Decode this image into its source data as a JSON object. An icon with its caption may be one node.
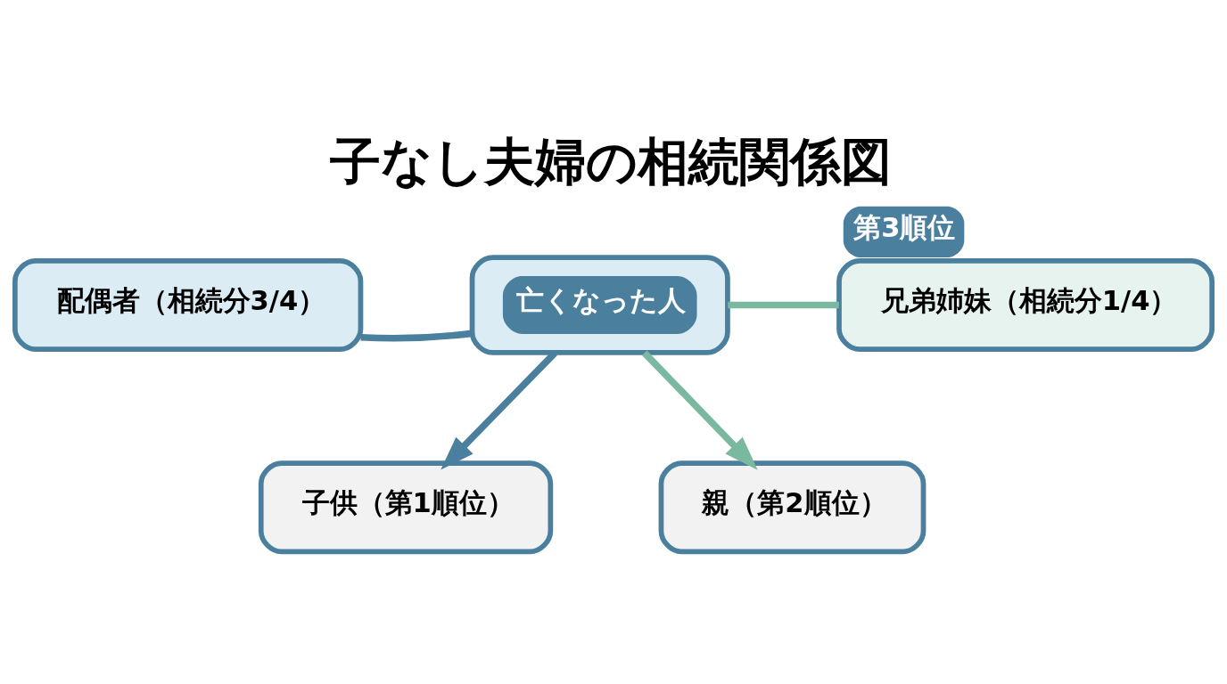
{
  "diagram": {
    "title": "子なし夫婦の相続関係図",
    "nodes": [
      {
        "text": [
          "亡くなった人"
        ]
      },
      {
        "text": [
          "配偶者（相続分3/4）"
        ]
      },
      {
        "text": [
          "兄弟姉妹（相続分1/4）"
        ],
        "beside": [
          "第3順位"
        ]
      },
      {
        "text": [
          "子供（第1順位）"
        ]
      },
      {
        "text": [
          "親（第2順位）"
        ]
      }
    ],
    "edges": [
      {
        "from": 0,
        "to": 1,
        "arrow": "none"
      },
      {
        "from": 0,
        "to": 2,
        "arrow": "none",
        "color": "#7ab8a0"
      },
      {
        "from": 0,
        "to": 3,
        "arrow": "to"
      },
      {
        "from": 0,
        "to": 4,
        "arrow": "to",
        "color": "#7ab8a0"
      }
    ]
  }
}
